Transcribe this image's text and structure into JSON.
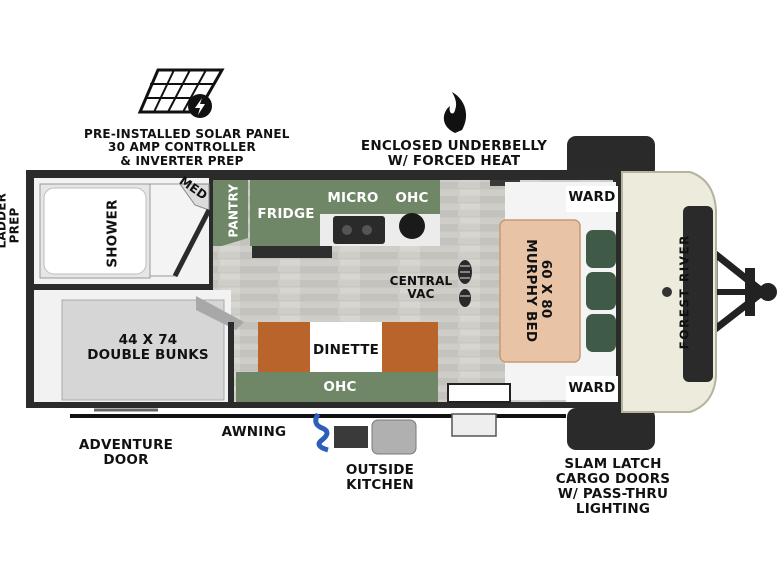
{
  "labels": {
    "solar_panel": [
      "PRE-INSTALLED SOLAR PANEL",
      "30 AMP CONTROLLER",
      "& INVERTER PREP"
    ],
    "underbelly": [
      "ENCLOSED UNDERBELLY",
      "W/ FORCED HEAT"
    ],
    "ladder_prep": [
      "LADDER",
      "PREP"
    ],
    "med": "MED",
    "shower": "SHOWER",
    "pantry": "PANTRY",
    "fridge": "FRIDGE",
    "micro": "MICRO",
    "ohc_top": "OHC",
    "ward_top": "WARD",
    "ward_bottom": "WARD",
    "central_vac": [
      "CENTRAL",
      "VAC"
    ],
    "murphy_bed": [
      "60 X 80",
      "MURPHY BED"
    ],
    "bunks": [
      "44 X 74",
      "DOUBLE BUNKS"
    ],
    "dinette": "DINETTE",
    "ohc_bottom": "OHC",
    "adventure_door": [
      "ADVENTURE",
      "DOOR"
    ],
    "awning": "AWNING",
    "outside_kitchen": [
      "OUTSIDE",
      "KITCHEN"
    ],
    "slam_latch": [
      "SLAM LATCH",
      "CARGO DOORS",
      "W/ PASS-THRU",
      "LIGHTING"
    ],
    "brand": "FOREST RIVER"
  },
  "icons": [
    "solar-panel-icon",
    "flame-icon",
    "footprint-icon",
    "forest-river-logo"
  ],
  "colors": {
    "wall": "#2b2b2b",
    "cabinet_green": "#6f8767",
    "floor": "#c9c7c2",
    "couch_orange": "#b8642a",
    "bed": "#e8c3a6",
    "front_cap": "#ecebdc",
    "tire": "#2a2a2a"
  }
}
